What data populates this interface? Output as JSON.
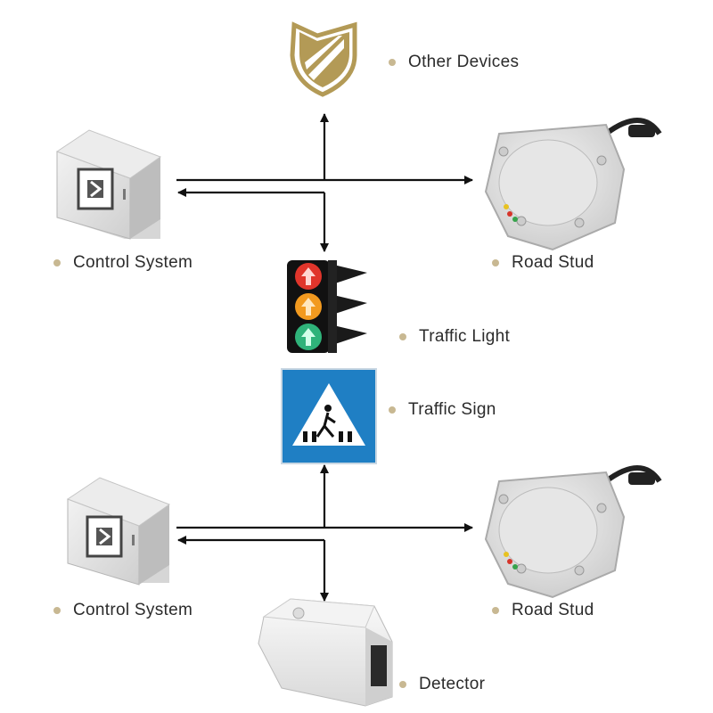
{
  "labels": {
    "other_devices": "Other Devices",
    "control_system_top": "Control System",
    "road_stud_top": "Road Stud",
    "traffic_light": "Traffic Light",
    "traffic_sign": "Traffic Sign",
    "control_system_bottom": "Control System",
    "road_stud_bottom": "Road Stud",
    "detector": "Detector"
  },
  "colors": {
    "bullet": "#c8b892",
    "arrow": "#111111",
    "shield_gold": "#b39a56",
    "sign_blue": "#1f7fc4",
    "light_red": "#e0352b",
    "light_amber": "#f29a1f",
    "light_green": "#2fb37a"
  }
}
